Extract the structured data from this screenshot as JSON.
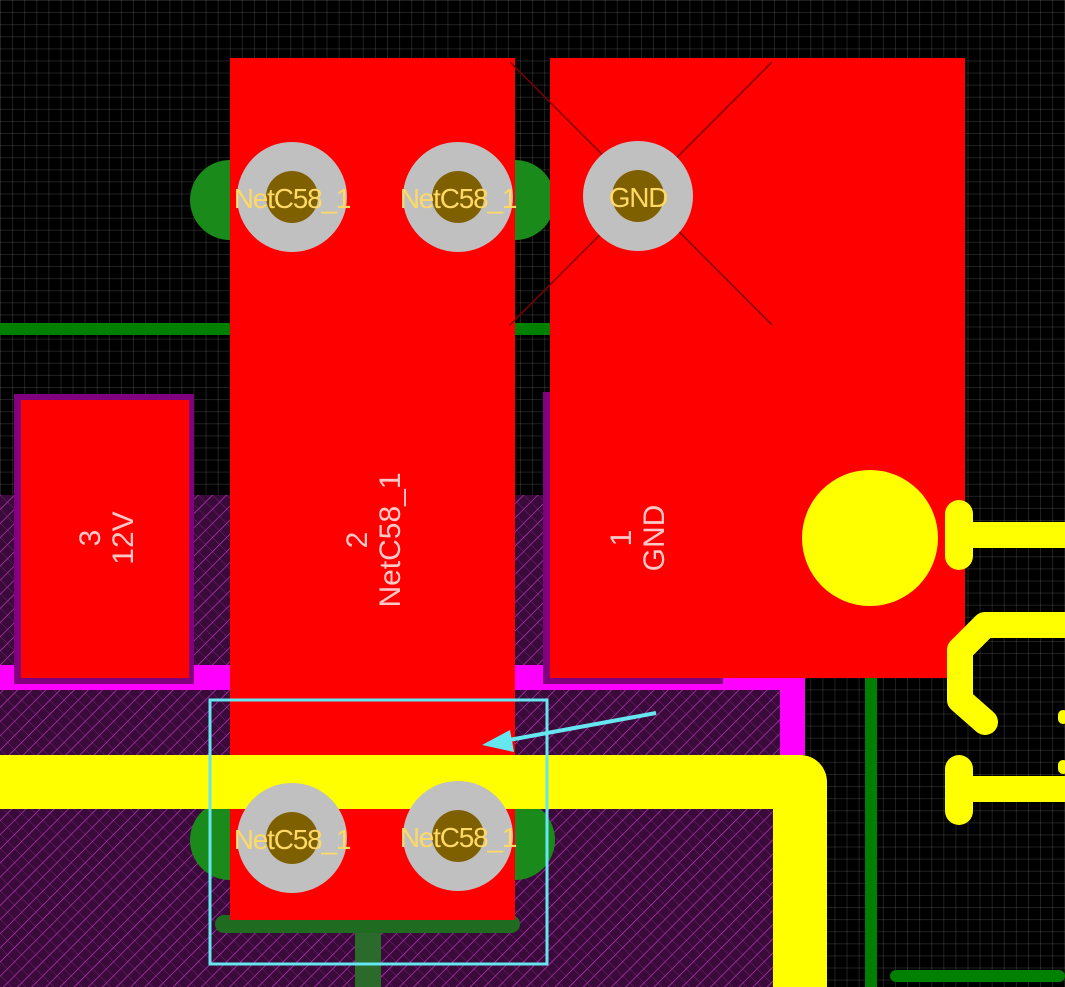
{
  "pcb_view": {
    "colors": {
      "background": "#000000",
      "top_copper": "#ff0000",
      "top_layer_trace": "#ffff00",
      "bottom_layer_trace": "#008000",
      "overlay_magenta": "#ff00ff",
      "keepout_purple": "#800080",
      "hatch": "#c040c0",
      "pad_ring": "#c0c0c0",
      "drill_hole": "#7f6000",
      "pad_text": "#ffd966",
      "component_text": "#ffc8c8",
      "selection_box": "#66e6f0",
      "gnd_marker": "#800000"
    },
    "pads": [
      {
        "id": "pad-tl-1",
        "net": "NetC58_1"
      },
      {
        "id": "pad-tl-2",
        "net": "NetC58_1"
      },
      {
        "id": "pad-gnd",
        "net": "GND"
      },
      {
        "id": "pad-bl-1",
        "net": "NetC58_1"
      },
      {
        "id": "pad-bl-2",
        "net": "NetC58_1"
      }
    ],
    "regions": [
      {
        "id": "region-3",
        "number": "3",
        "net": "12V"
      },
      {
        "id": "region-2",
        "number": "2",
        "net": "NetC58_1"
      },
      {
        "id": "region-1",
        "number": "1",
        "net": "GND"
      }
    ]
  }
}
